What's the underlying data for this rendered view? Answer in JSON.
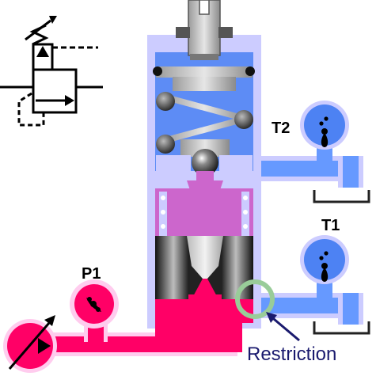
{
  "labels": {
    "p1": "P1",
    "t1": "T1",
    "t2": "T2",
    "restriction": "Restriction"
  },
  "colors": {
    "body_outline": "#ccccff",
    "spring_chamber": "#5d8cf5",
    "pilot_chamber": "#cc66cc",
    "pressure_fluid": "#ff0066",
    "tank_fluid": "#6699ff",
    "restriction_ring": "#99cc99",
    "restriction_text": "#1a1a6e"
  },
  "icons": [
    "valve-symbol-icon",
    "pump-icon",
    "pressure-gauge-icon",
    "tank-icon"
  ]
}
